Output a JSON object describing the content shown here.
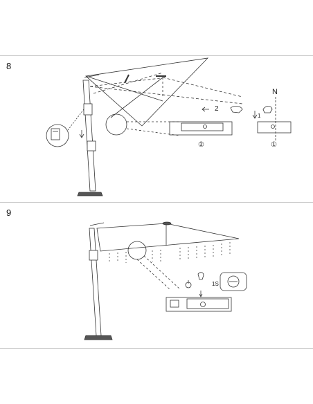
{
  "steps": [
    {
      "number": "8",
      "labels": {
        "arrow_num": "2",
        "down_num": "1",
        "north": "N",
        "circled_2": "②",
        "circled_1": "①"
      }
    },
    {
      "number": "9",
      "labels": {
        "hold_time": "1S"
      }
    }
  ],
  "icons": [
    "power-icon",
    "pointing-hand-icon",
    "umbrella-icon",
    "switch-box-icon",
    "north-arrow-icon"
  ]
}
